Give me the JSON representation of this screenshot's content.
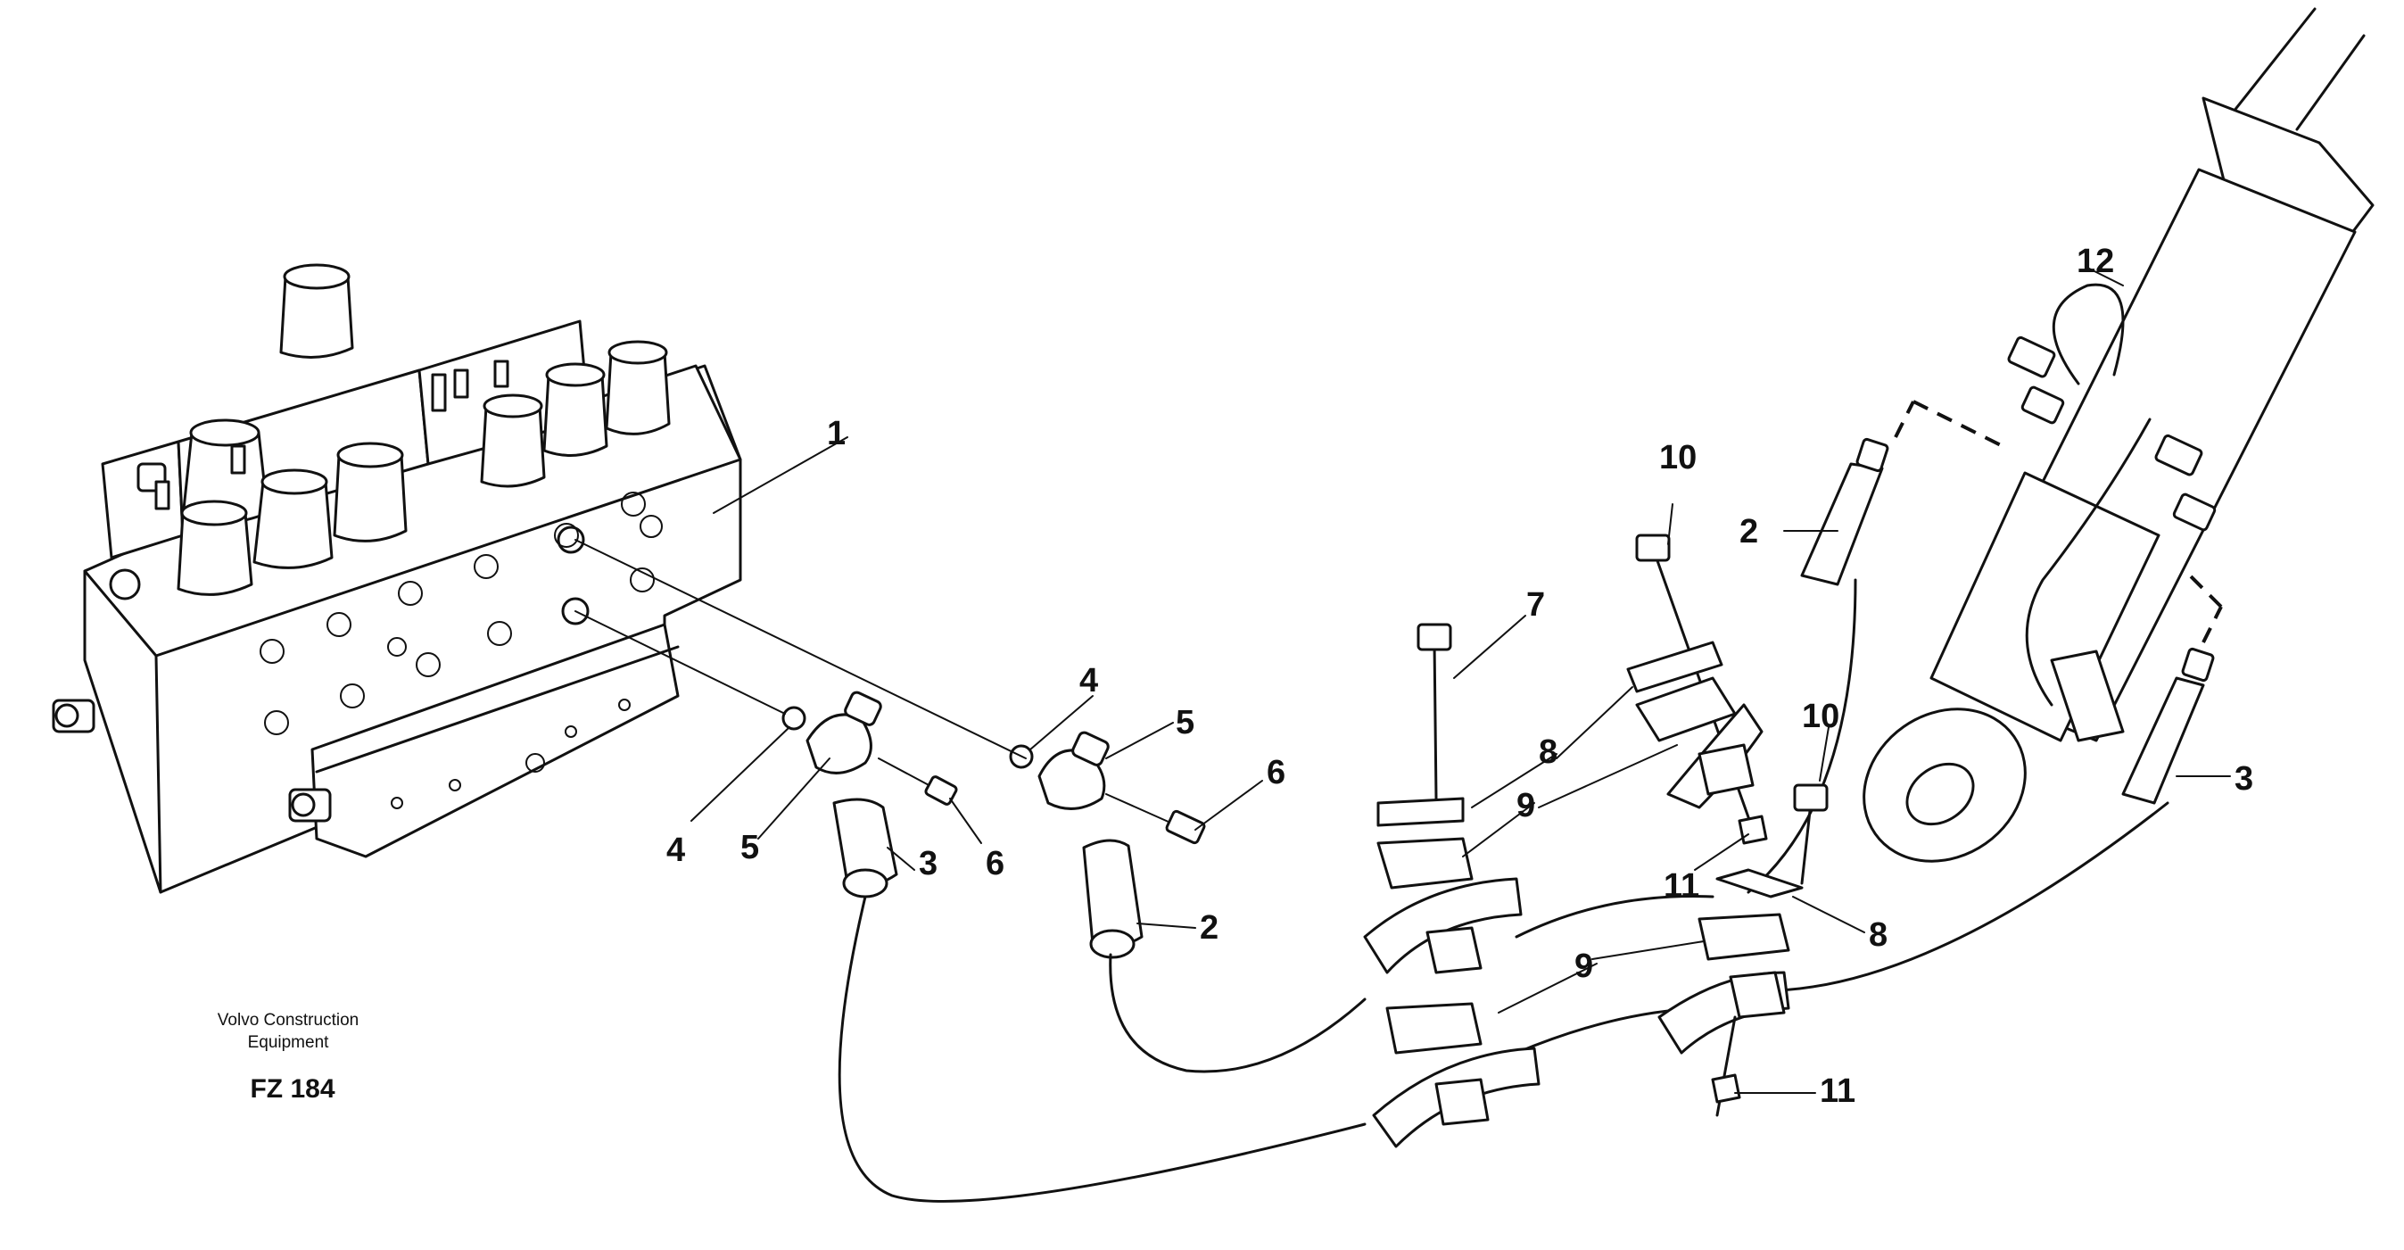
{
  "caption": {
    "company_line1": "Volvo Construction",
    "company_line2": "Equipment",
    "figure_code": "FZ 184"
  },
  "callouts": {
    "c1": "1",
    "c2_nipple_right": "2",
    "c2_hose_end": "2",
    "c3_hose_end": "3",
    "c3_nipple_right": "3",
    "c4_left": "4",
    "c4_right": "4",
    "c5_left": "5",
    "c5_right": "5",
    "c6_left": "6",
    "c6_right": "6",
    "c7": "7",
    "c8_upper": "8",
    "c8_lower": "8",
    "c9_upper": "9",
    "c9_lower": "9",
    "c10_left": "10",
    "c10_right": "10",
    "c11_upper": "11",
    "c11_lower": "11",
    "c12": "12"
  }
}
